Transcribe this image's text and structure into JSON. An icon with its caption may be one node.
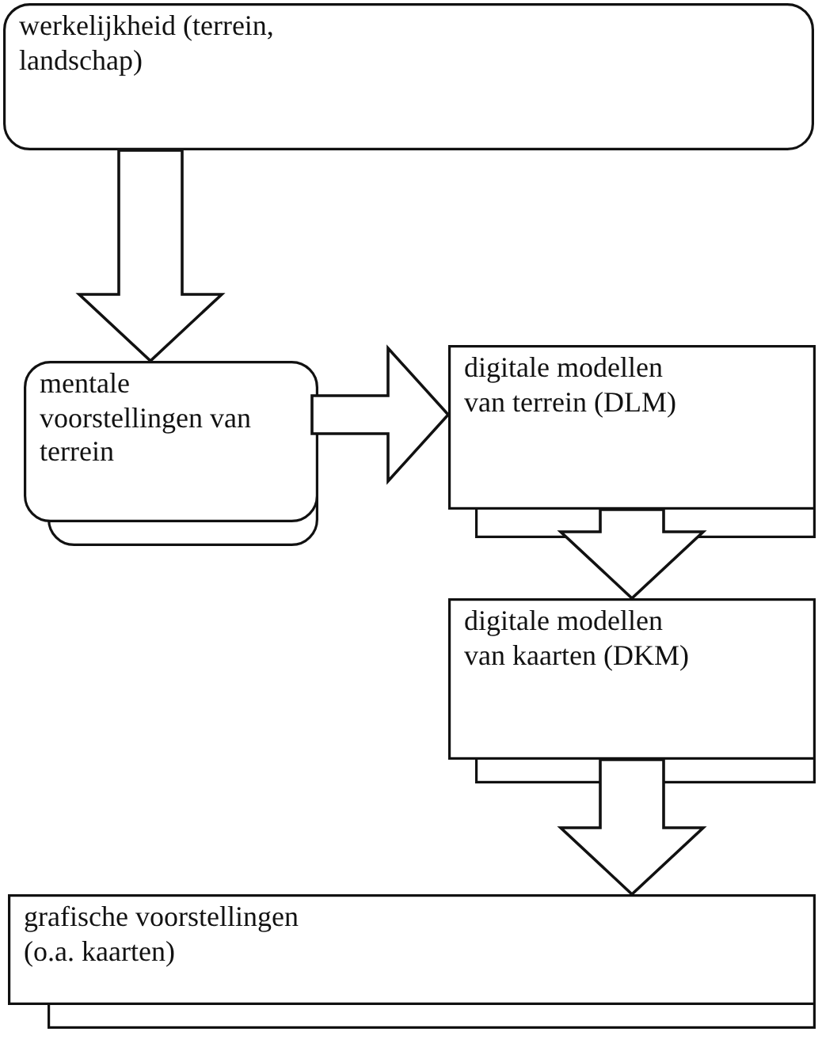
{
  "diagram": {
    "nodes": [
      {
        "text": [
          "werkelijkheid (terrein, landschap)"
        ]
      },
      {
        "text": [
          "mentale voorstellingen van terrein"
        ]
      },
      {
        "text": [
          "digitale modellen van terrein (DLM)"
        ]
      },
      {
        "text": [
          "digitale modellen van kaarten (DKM)"
        ]
      },
      {
        "text": [
          "grafische voorstellingen (o.a. kaarten)"
        ]
      }
    ],
    "edges": [
      {
        "from": 0,
        "to": 1,
        "arrow": "to"
      },
      {
        "from": 1,
        "to": 2,
        "arrow": "to"
      },
      {
        "from": 2,
        "to": 3,
        "arrow": "to"
      },
      {
        "from": 3,
        "to": 4,
        "arrow": "to"
      }
    ]
  }
}
